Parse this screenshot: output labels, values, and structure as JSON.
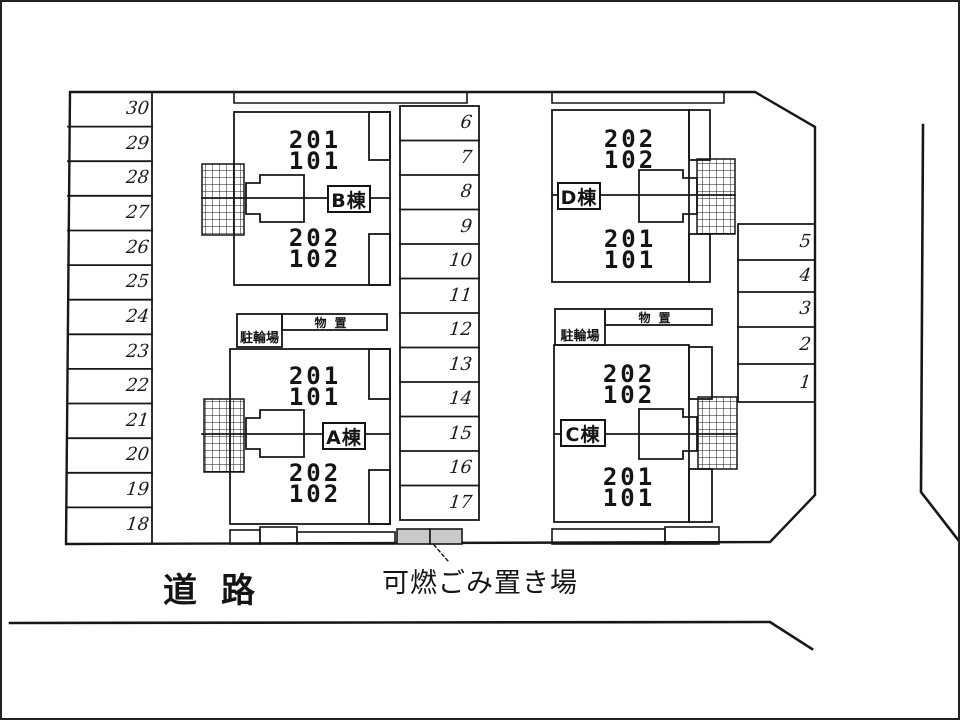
{
  "plan": {
    "road_label": "道路",
    "garbage_label": "可燃ごみ置き場",
    "buildings": {
      "b": {
        "label": "B棟",
        "upper": [
          "201",
          "101"
        ],
        "lower": [
          "202",
          "102"
        ]
      },
      "d": {
        "label": "D棟",
        "upper": [
          "202",
          "102"
        ],
        "lower": [
          "201",
          "101"
        ]
      },
      "a": {
        "label": "A棟",
        "upper": [
          "201",
          "101"
        ],
        "lower": [
          "202",
          "102"
        ]
      },
      "c": {
        "label": "C棟",
        "upper": [
          "202",
          "102"
        ],
        "lower": [
          "201",
          "101"
        ]
      }
    },
    "facilities": {
      "bicycle": "駐輪場",
      "storage": "物置"
    },
    "parking": {
      "left": [
        "30",
        "29",
        "28",
        "27",
        "26",
        "25",
        "24",
        "23",
        "22",
        "21",
        "20",
        "19",
        "18"
      ],
      "middle": [
        "6",
        "7",
        "8",
        "9",
        "10",
        "11",
        "12",
        "13",
        "14",
        "15",
        "16",
        "17"
      ],
      "right": [
        "5",
        "4",
        "3",
        "2",
        "1"
      ]
    },
    "colors": {
      "line": "#171717",
      "garbage_fill": "#c9c9c9"
    }
  }
}
